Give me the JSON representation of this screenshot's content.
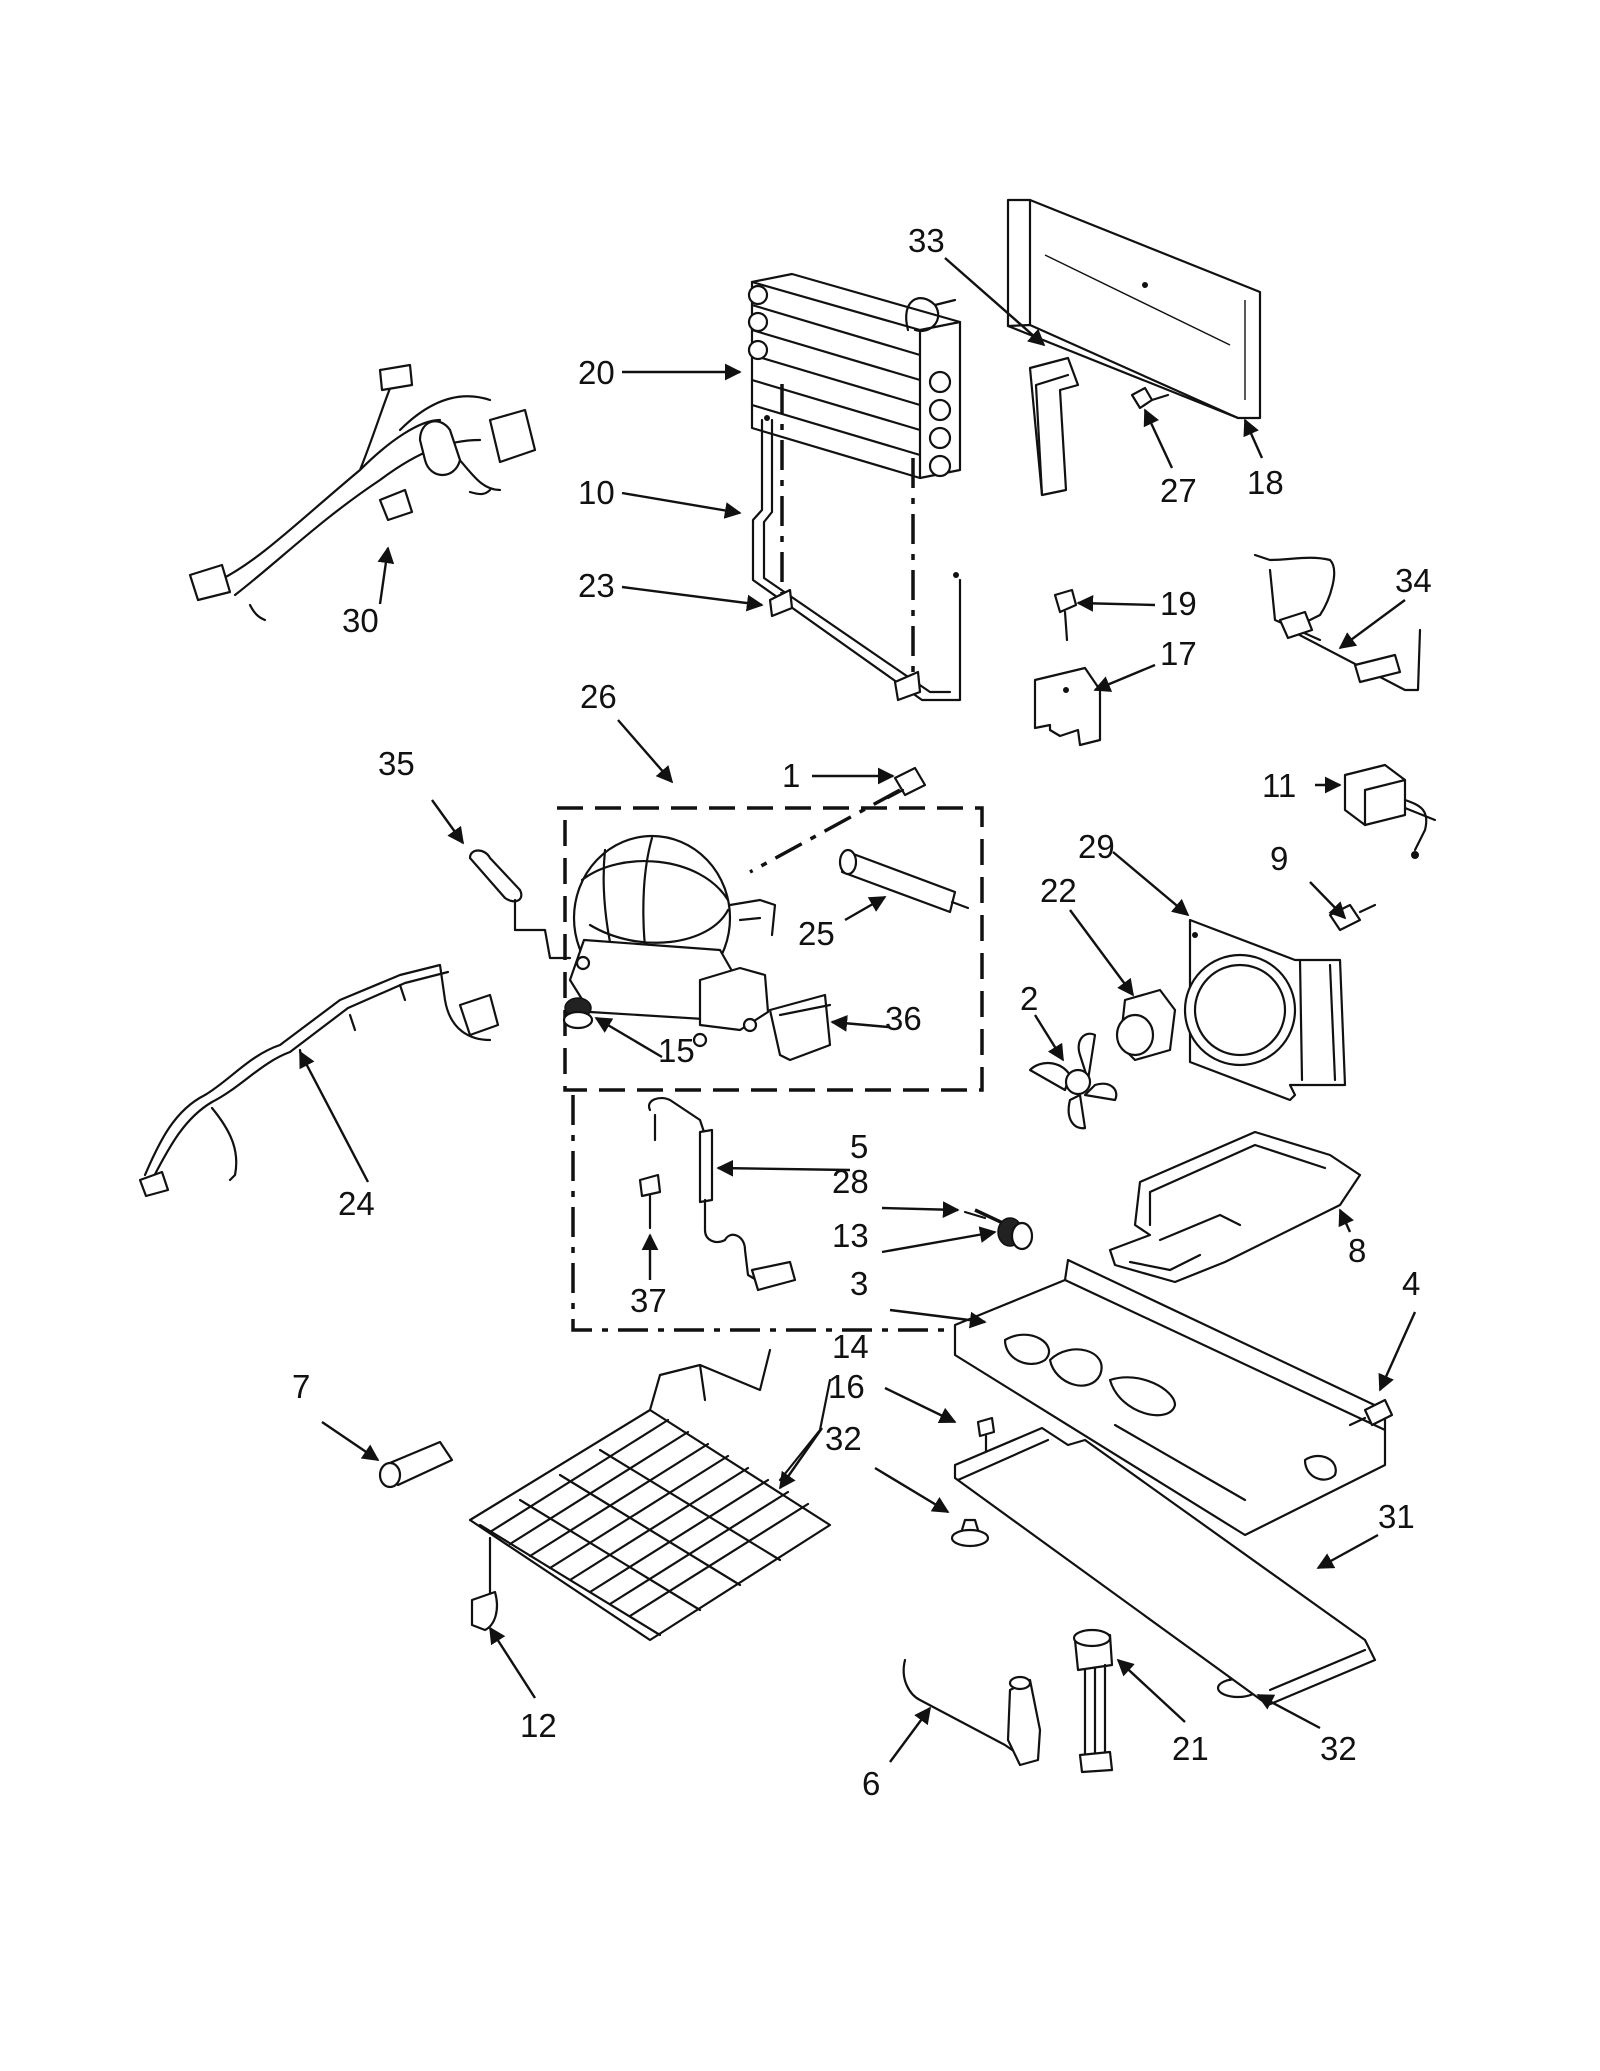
{
  "callouts": {
    "c1": "1",
    "c2": "2",
    "c3": "3",
    "c4": "4",
    "c5": "5",
    "c6": "6",
    "c7": "7",
    "c8": "8",
    "c9": "9",
    "c10": "10",
    "c11": "11",
    "c12": "12",
    "c13": "13",
    "c14": "14",
    "c15": "15",
    "c16": "16",
    "c17": "17",
    "c18": "18",
    "c19": "19",
    "c20": "20",
    "c21": "21",
    "c22": "22",
    "c23": "23",
    "c24": "24",
    "c25": "25",
    "c26": "26",
    "c27": "27",
    "c28": "28",
    "c29": "29",
    "c30": "30",
    "c31": "31",
    "c32a": "32",
    "c32b": "32",
    "c33": "33",
    "c34": "34",
    "c35": "35",
    "c36": "36",
    "c37": "37"
  }
}
